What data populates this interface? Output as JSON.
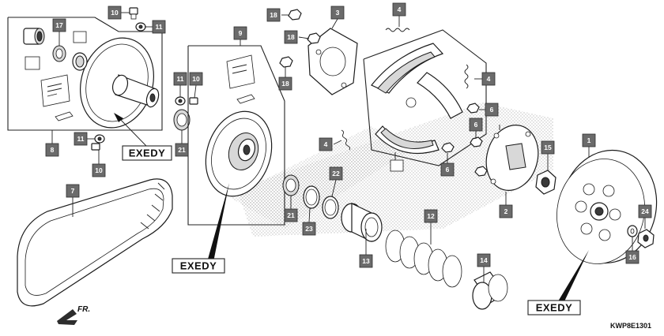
{
  "diagram": {
    "code": "KWP8E1301",
    "front_label": "FR.",
    "brand_labels": [
      "EXEDY",
      "EXEDY",
      "EXEDY"
    ],
    "callouts": [
      "10",
      "11",
      "17",
      "8",
      "11",
      "10",
      "11",
      "10",
      "21",
      "9",
      "18",
      "18",
      "18",
      "3",
      "4",
      "4",
      "4",
      "6",
      "6",
      "6",
      "1",
      "15",
      "2",
      "24",
      "16",
      "7",
      "21",
      "23",
      "22",
      "13",
      "12",
      "14"
    ],
    "colors": {
      "badge_fill": "#6b6b6b",
      "stipple": "#9a9a9a",
      "line": "#222222"
    }
  }
}
